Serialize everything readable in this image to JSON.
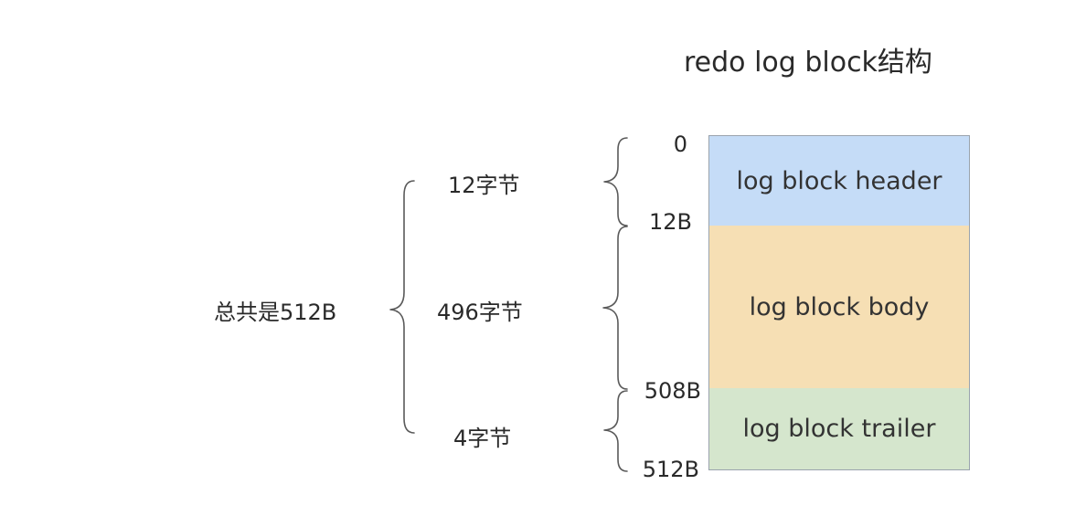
{
  "title": "redo log block结构",
  "blocks": [
    {
      "label": "log block header",
      "color": "#c5dcf7"
    },
    {
      "label": "log block body",
      "color": "#f6dfb4"
    },
    {
      "label": "log block trailer",
      "color": "#d5e6cd"
    }
  ],
  "offsets": [
    "0",
    "12B",
    "508B",
    "512B"
  ],
  "sizes": [
    "12字节",
    "496字节",
    "4字节"
  ],
  "total": "总共是512B"
}
